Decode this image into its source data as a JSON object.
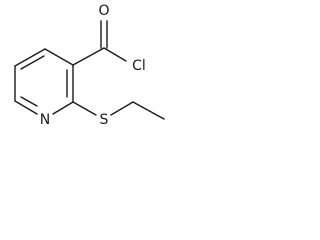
{
  "molecule": {
    "atoms": {
      "oxygen": "O",
      "chlorine": "Cl",
      "nitrogen": "N",
      "sulfur": "S"
    },
    "line_color": "#1a1a1a",
    "background": "#ffffff"
  }
}
